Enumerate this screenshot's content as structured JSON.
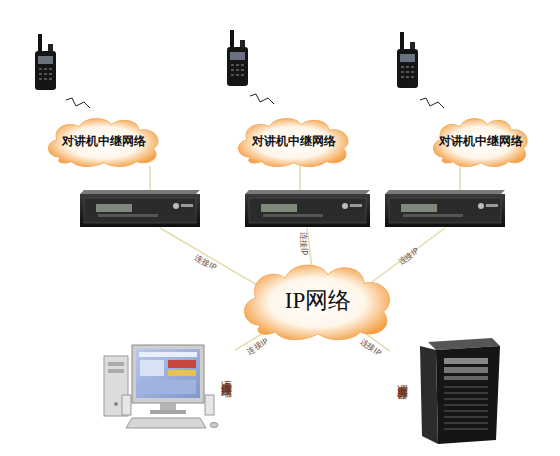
{
  "diagram": {
    "nodes": [
      {
        "text": [
          "对讲机中继网络"
        ]
      },
      {
        "text": [
          "对讲机中继网络"
        ]
      },
      {
        "text": [
          "对讲机中继网络"
        ]
      },
      {
        "text": [
          "IP网络"
        ]
      },
      {
        "text": [
          "语音调度终端"
        ]
      },
      {
        "text": [
          "调度服务器"
        ]
      }
    ],
    "edges": [
      {
        "from": 4,
        "to": 3,
        "label": "连接IP",
        "arrow": "none"
      },
      {
        "from": 5,
        "to": 3,
        "label": "连接IP",
        "arrow": "none"
      }
    ],
    "labels": [
      "连接IP",
      "连接IP",
      "连接IP"
    ]
  }
}
